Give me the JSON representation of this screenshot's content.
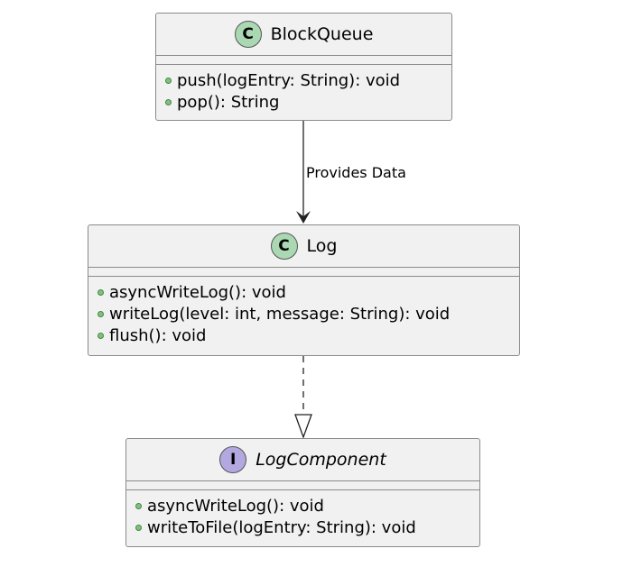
{
  "classes": {
    "blockqueue": {
      "badge": "C",
      "name": "BlockQueue",
      "methods": [
        "push(logEntry: String): void",
        "pop(): String"
      ]
    },
    "log": {
      "badge": "C",
      "name": "Log",
      "methods": [
        "asyncWriteLog(): void",
        "writeLog(level: int, message: String): void",
        "flush(): void"
      ]
    },
    "logcomponent": {
      "badge": "I",
      "name": "LogComponent",
      "methods": [
        "asyncWriteLog(): void",
        "writeToFile(logEntry: String): void"
      ]
    }
  },
  "edges": {
    "provides": {
      "label": "Provides Data"
    }
  },
  "colors": {
    "class_fill": "#f1f1f1",
    "class_badge": "#a9d8b2",
    "interface_badge": "#b4a8e0",
    "method_dot": "#84be84"
  }
}
